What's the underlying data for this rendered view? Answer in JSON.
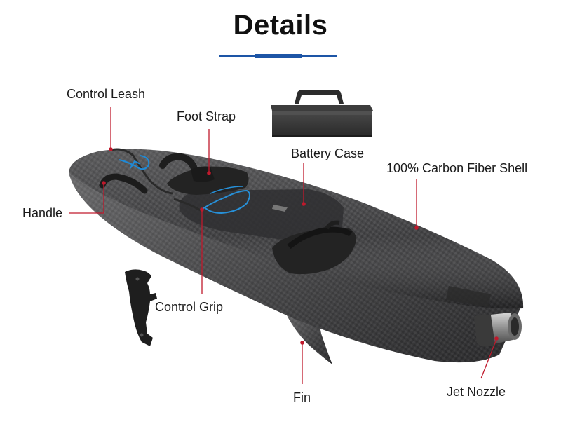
{
  "page": {
    "title": "Details",
    "accent_color": "#1d55a6",
    "leader_color": "#c0192c"
  },
  "product": {
    "name": "carbon fiber electric jet surfboard"
  },
  "labels": {
    "control_leash": "Control  Leash",
    "foot_strap": "Foot  Strap",
    "battery_case": "Battery  Case",
    "carbon_shell": "100%  Carbon Fiber Shell",
    "handle": "Handle",
    "control_grip": "Control Grip",
    "fin": "Fin",
    "jet_nozzle": "Jet Nozzle"
  }
}
